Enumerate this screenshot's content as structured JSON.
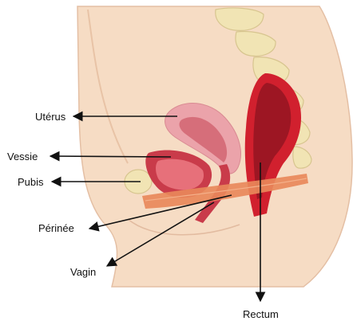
{
  "labels": {
    "uterus": "Utérus",
    "bladder": "Vessie",
    "pubis": "Pubis",
    "perineum": "Périnée",
    "vagina": "Vagin",
    "rectum": "Rectum"
  },
  "colors": {
    "skin": "#f6dcc4",
    "skin_outline": "#e4bfa4",
    "bone": "#f1e4b4",
    "bone_outline": "#d7c58f",
    "uterus": "#eba3aa",
    "uterus_inner": "#d66e7a",
    "bladder": "#c93b4a",
    "bladder_inner": "#e7707a",
    "rectum": "#d1202e",
    "rectum_inner": "#9d1623",
    "muscle": "#e8885a",
    "arrow": "#111111"
  }
}
